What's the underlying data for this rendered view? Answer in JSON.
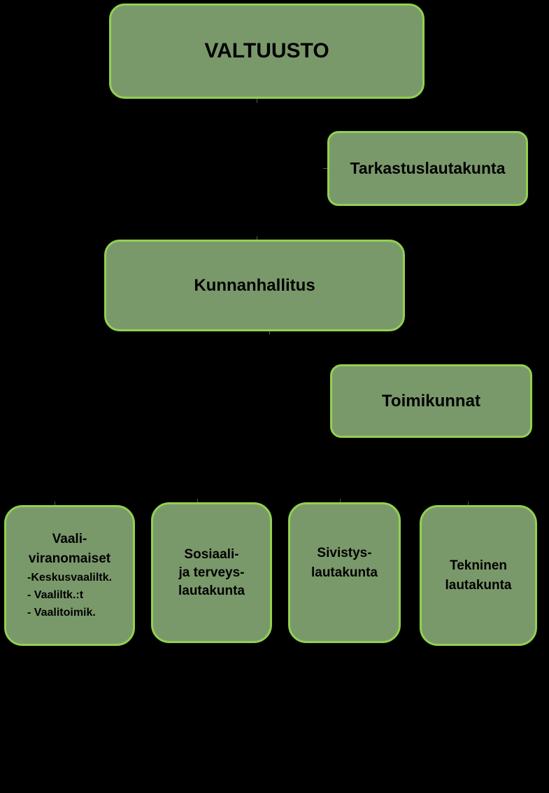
{
  "diagram": {
    "nodes": {
      "valtuusto": "VALTUUSTO",
      "tarkastuslautakunta": "Tarkastuslautakunta",
      "kunnanhallitus": "Kunnanhallitus",
      "toimikunnat": "Toimikunnat",
      "vaali": {
        "lines": [
          "Vaali-",
          "viranomaiset",
          "-Keskusvaaliltk.",
          "- Vaaliltk.:t",
          "- Vaalitoimik."
        ]
      },
      "sosiaali": {
        "lines": [
          "Sosiaali-",
          "ja terveys-",
          "lautakunta"
        ]
      },
      "sivistys": {
        "lines": [
          "Sivistys-",
          "lautakunta"
        ]
      },
      "tekninen": {
        "lines": [
          "Tekninen",
          "lautakunta"
        ]
      }
    },
    "colors": {
      "background": "#000000",
      "box_fill": "#7a996b",
      "box_border": "#92d050",
      "text": "#000000"
    }
  }
}
